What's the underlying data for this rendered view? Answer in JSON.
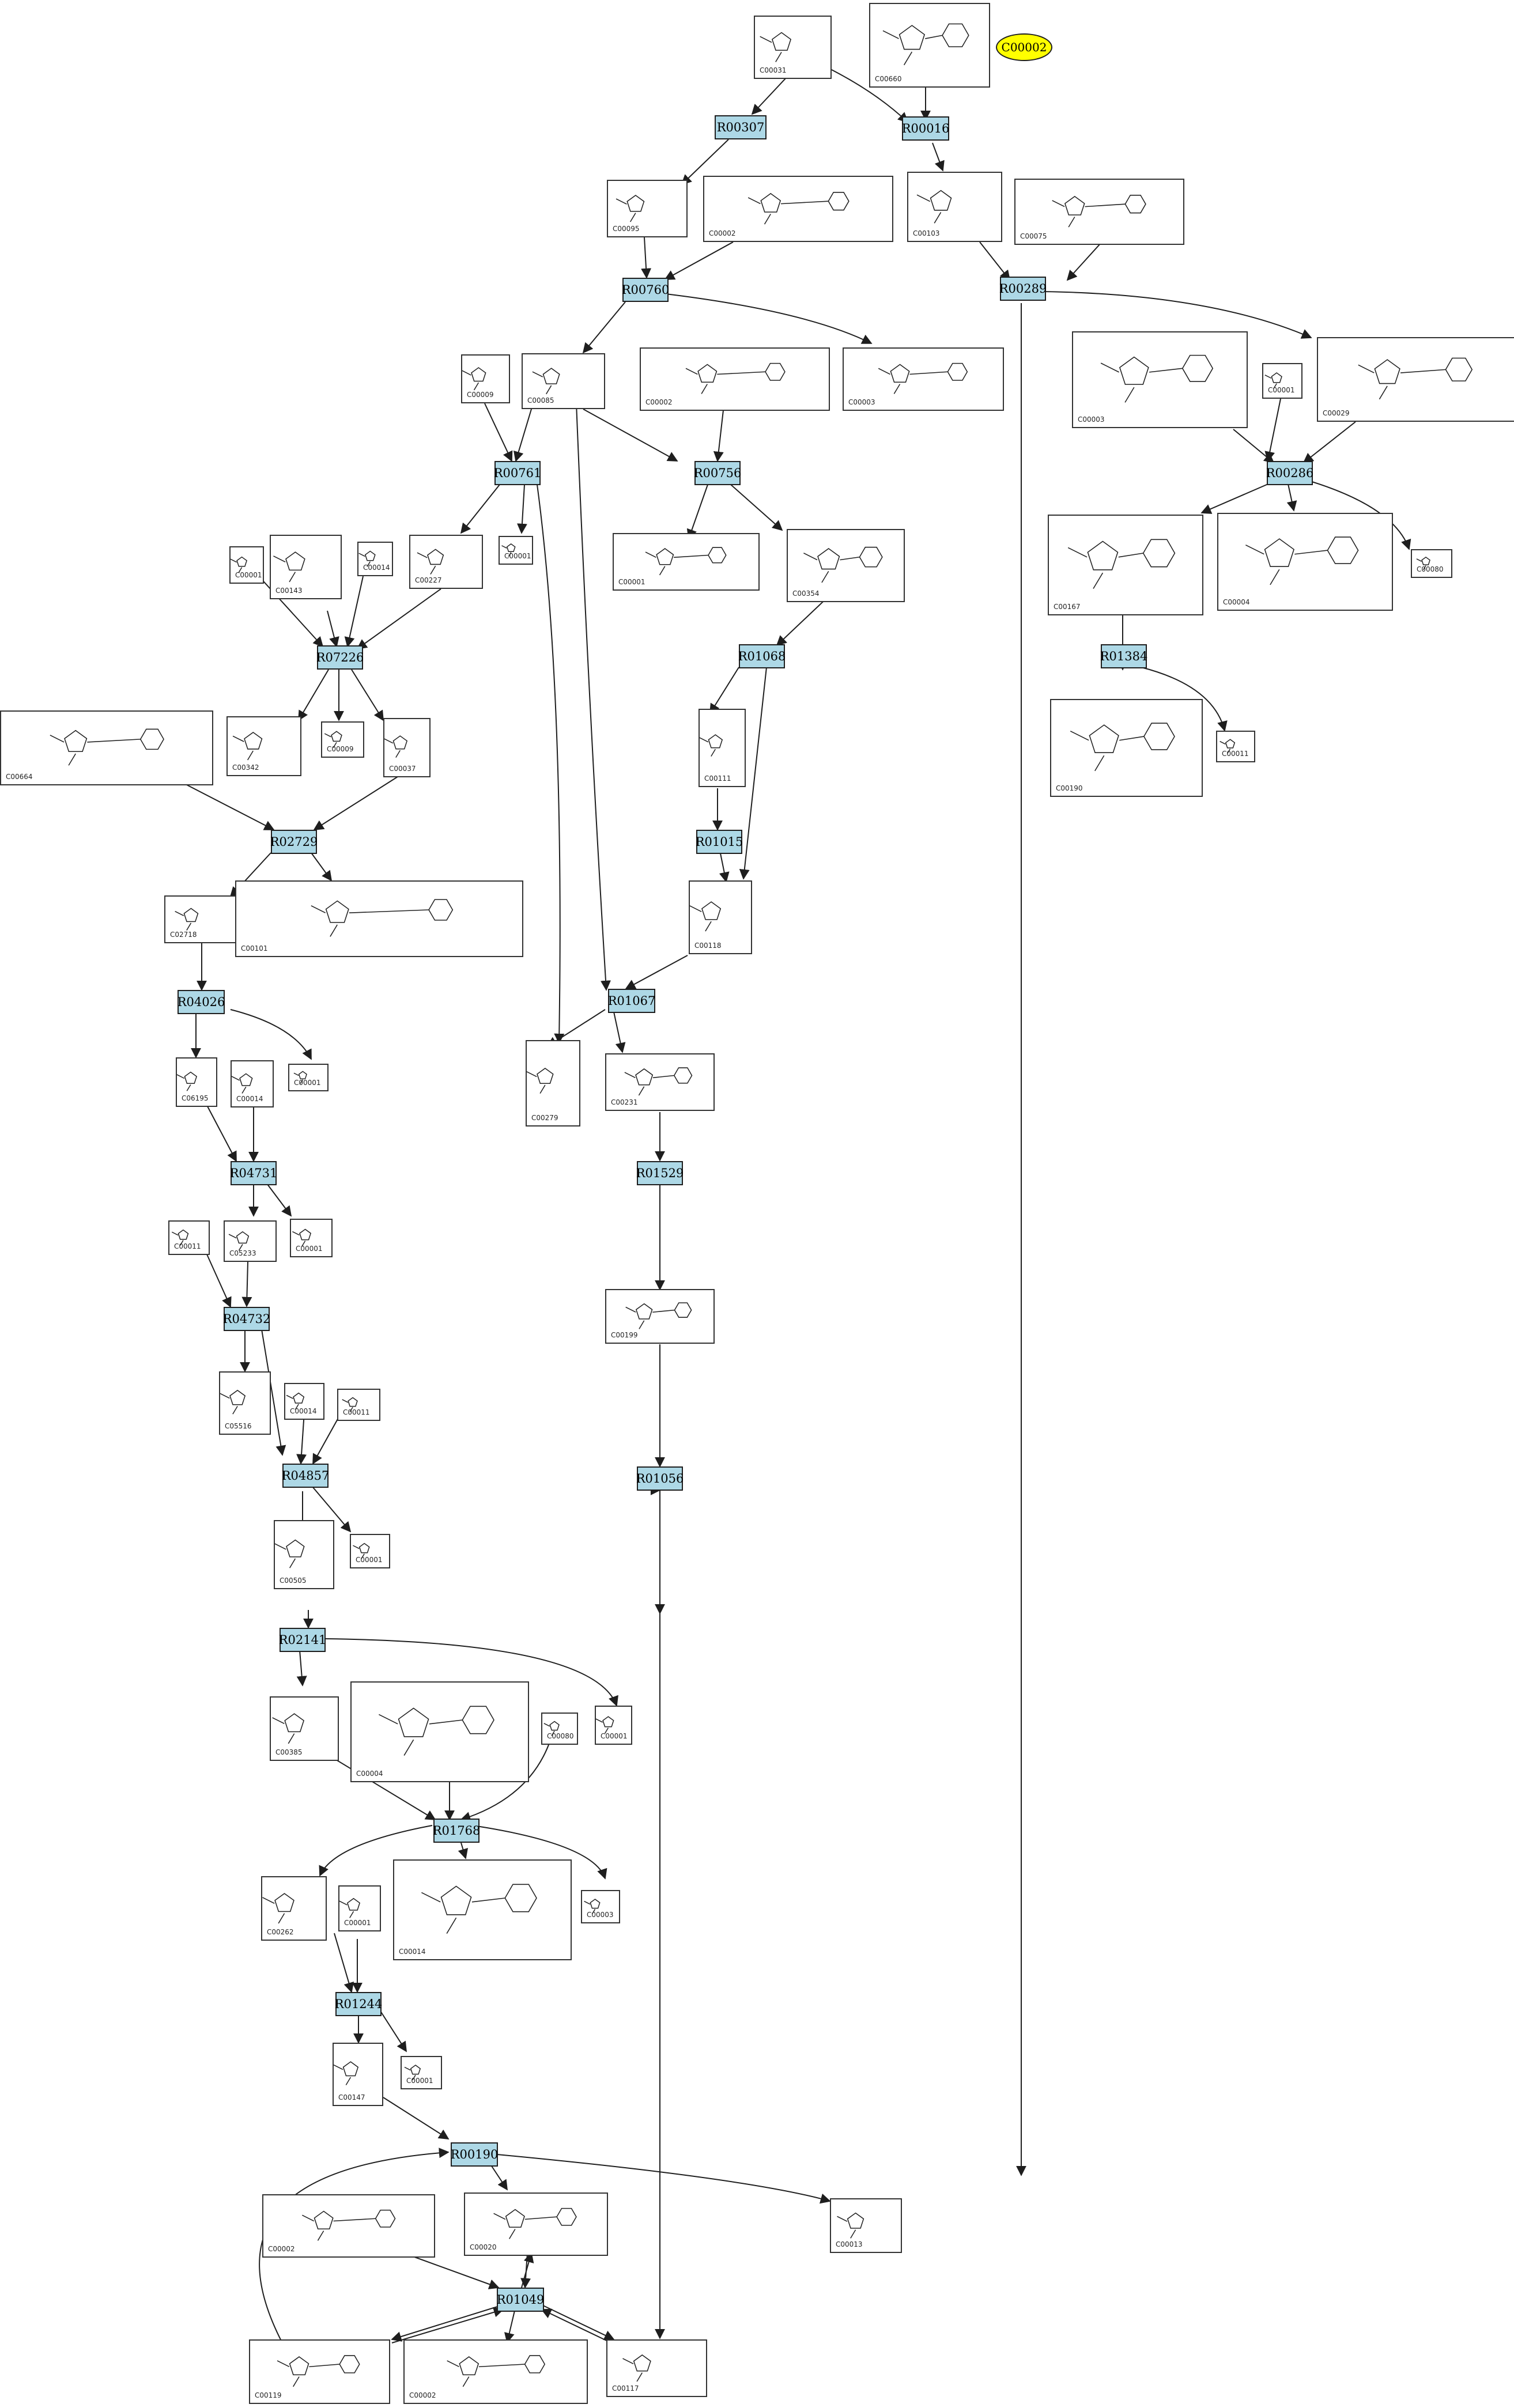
{
  "colors": {
    "reaction_fill": "#add8e6",
    "highlight_fill": "#ffff00",
    "edge": "#1e1e1e"
  },
  "highlight": "C00002",
  "reactions": [
    "R00307",
    "R00016",
    "R00760",
    "R00289",
    "R00761",
    "R00756",
    "R00286",
    "R07226",
    "R01068",
    "R01384",
    "R01015",
    "R02729",
    "R04026",
    "R01067",
    "R04731",
    "R01529",
    "R04732",
    "R04857",
    "R01056",
    "R02141",
    "R01768",
    "R01244",
    "R00190",
    "R01049"
  ],
  "compounds": [
    {
      "id": "c1",
      "label": "C00031"
    },
    {
      "id": "c2",
      "label": "C00660"
    },
    {
      "id": "c3",
      "label": "C00095"
    },
    {
      "id": "c4",
      "label": "C00002"
    },
    {
      "id": "c5",
      "label": "C00103"
    },
    {
      "id": "c6",
      "label": "C00075"
    },
    {
      "id": "c7",
      "label": "C00009"
    },
    {
      "id": "c8",
      "label": "C00085"
    },
    {
      "id": "c9",
      "label": "C00002"
    },
    {
      "id": "c10",
      "label": "C00003"
    },
    {
      "id": "c11",
      "label": "C00003"
    },
    {
      "id": "c12",
      "label": "C00001"
    },
    {
      "id": "c13",
      "label": "C00029"
    },
    {
      "id": "c14",
      "label": "C00001"
    },
    {
      "id": "c15",
      "label": "C00143"
    },
    {
      "id": "c16",
      "label": "C00014"
    },
    {
      "id": "c17",
      "label": "C00227"
    },
    {
      "id": "c18",
      "label": "C00001"
    },
    {
      "id": "c19",
      "label": "C00001"
    },
    {
      "id": "c20",
      "label": "C00354"
    },
    {
      "id": "c21",
      "label": "C00167"
    },
    {
      "id": "c22",
      "label": "C00004"
    },
    {
      "id": "c23",
      "label": "C00080"
    },
    {
      "id": "c24",
      "label": "C00664"
    },
    {
      "id": "c25",
      "label": "C00342"
    },
    {
      "id": "c26",
      "label": "C00009"
    },
    {
      "id": "c27",
      "label": "C00037"
    },
    {
      "id": "c28",
      "label": "C00111"
    },
    {
      "id": "c29",
      "label": "C00190"
    },
    {
      "id": "c30",
      "label": "C00011"
    },
    {
      "id": "c31",
      "label": "C02718"
    },
    {
      "id": "c32",
      "label": "C00101"
    },
    {
      "id": "c33",
      "label": "C00118"
    },
    {
      "id": "c34",
      "label": "C06195"
    },
    {
      "id": "c35",
      "label": "C00014"
    },
    {
      "id": "c36",
      "label": "C00001"
    },
    {
      "id": "c37",
      "label": "C00279"
    },
    {
      "id": "c38",
      "label": "C00231"
    },
    {
      "id": "c39",
      "label": "C00011"
    },
    {
      "id": "c40",
      "label": "C05233"
    },
    {
      "id": "c41",
      "label": "C00001"
    },
    {
      "id": "c42",
      "label": "C00199"
    },
    {
      "id": "c43",
      "label": "C05516"
    },
    {
      "id": "c44",
      "label": "C00014"
    },
    {
      "id": "c45",
      "label": "C00011"
    },
    {
      "id": "c46",
      "label": "C00505"
    },
    {
      "id": "c47",
      "label": "C00001"
    },
    {
      "id": "c48",
      "label": "C00385"
    },
    {
      "id": "c49",
      "label": "C00004"
    },
    {
      "id": "c50",
      "label": "C00080"
    },
    {
      "id": "c51",
      "label": "C00001"
    },
    {
      "id": "c52",
      "label": "C00262"
    },
    {
      "id": "c53",
      "label": "C00014"
    },
    {
      "id": "c54",
      "label": "C00003"
    },
    {
      "id": "c55",
      "label": "C00001"
    },
    {
      "id": "c56",
      "label": "C00147"
    },
    {
      "id": "c57",
      "label": "C00001"
    },
    {
      "id": "c58",
      "label": "C00002"
    },
    {
      "id": "c59",
      "label": "C00020"
    },
    {
      "id": "c60",
      "label": "C00013"
    },
    {
      "id": "c61",
      "label": "C00119"
    },
    {
      "id": "c62",
      "label": "C00002"
    },
    {
      "id": "c63",
      "label": "C00117"
    }
  ]
}
